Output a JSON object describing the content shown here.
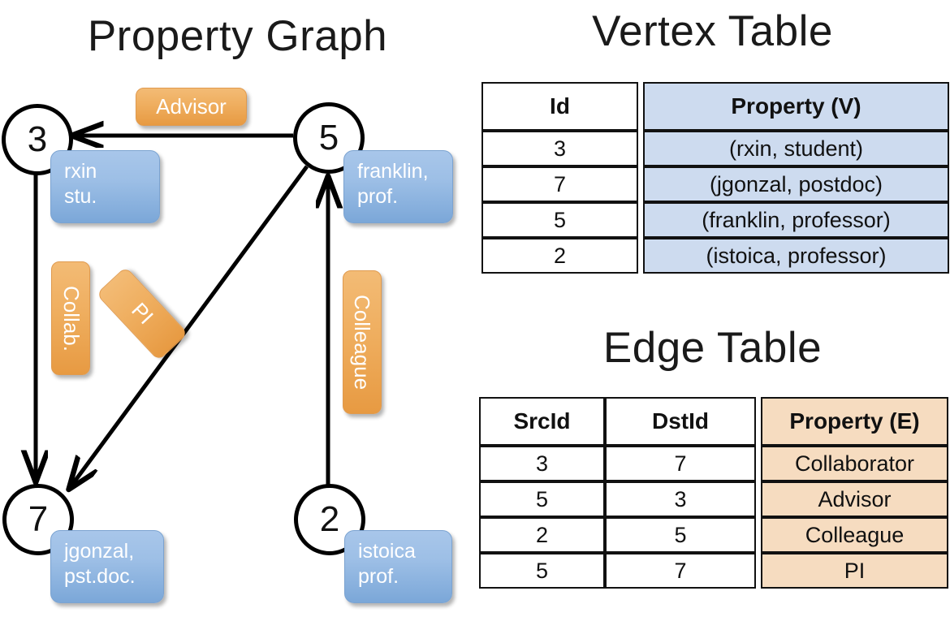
{
  "titles": {
    "property_graph": "Property Graph",
    "vertex_table": "Vertex Table",
    "edge_table": "Edge Table"
  },
  "graph": {
    "nodes": [
      {
        "id": "3",
        "name": "rxin",
        "role": "stu."
      },
      {
        "id": "5",
        "name": "franklin,",
        "role": "prof."
      },
      {
        "id": "7",
        "name": "jgonzal,",
        "role": "pst.doc."
      },
      {
        "id": "2",
        "name": "istoica",
        "role": "prof."
      }
    ],
    "edge_labels": [
      {
        "text": "Advisor",
        "orientation": "horizontal"
      },
      {
        "text": "Collab.",
        "orientation": "vertical"
      },
      {
        "text": "PI",
        "orientation": "diagonal"
      },
      {
        "text": "Colleague",
        "orientation": "vertical"
      }
    ]
  },
  "vertex_table": {
    "headers": [
      "Id",
      "Property (V)"
    ],
    "rows": [
      {
        "id": "3",
        "property": "(rxin, student)"
      },
      {
        "id": "7",
        "property": "(jgonzal, postdoc)"
      },
      {
        "id": "5",
        "property": "(franklin, professor)"
      },
      {
        "id": "2",
        "property": "(istoica, professor)"
      }
    ]
  },
  "edge_table": {
    "headers": [
      "SrcId",
      "DstId",
      "Property (E)"
    ],
    "rows": [
      {
        "src": "3",
        "dst": "7",
        "property": "Collaborator"
      },
      {
        "src": "5",
        "dst": "3",
        "property": "Advisor"
      },
      {
        "src": "2",
        "dst": "5",
        "property": "Colleague"
      },
      {
        "src": "5",
        "dst": "7",
        "property": "PI"
      }
    ]
  },
  "colors": {
    "vertex_property_fill": "#cddbef",
    "edge_property_fill": "#f6dcc0",
    "node_box_blue": "#9dbfe6",
    "edge_label_orange": "#efae5f",
    "stroke": "#111111"
  }
}
